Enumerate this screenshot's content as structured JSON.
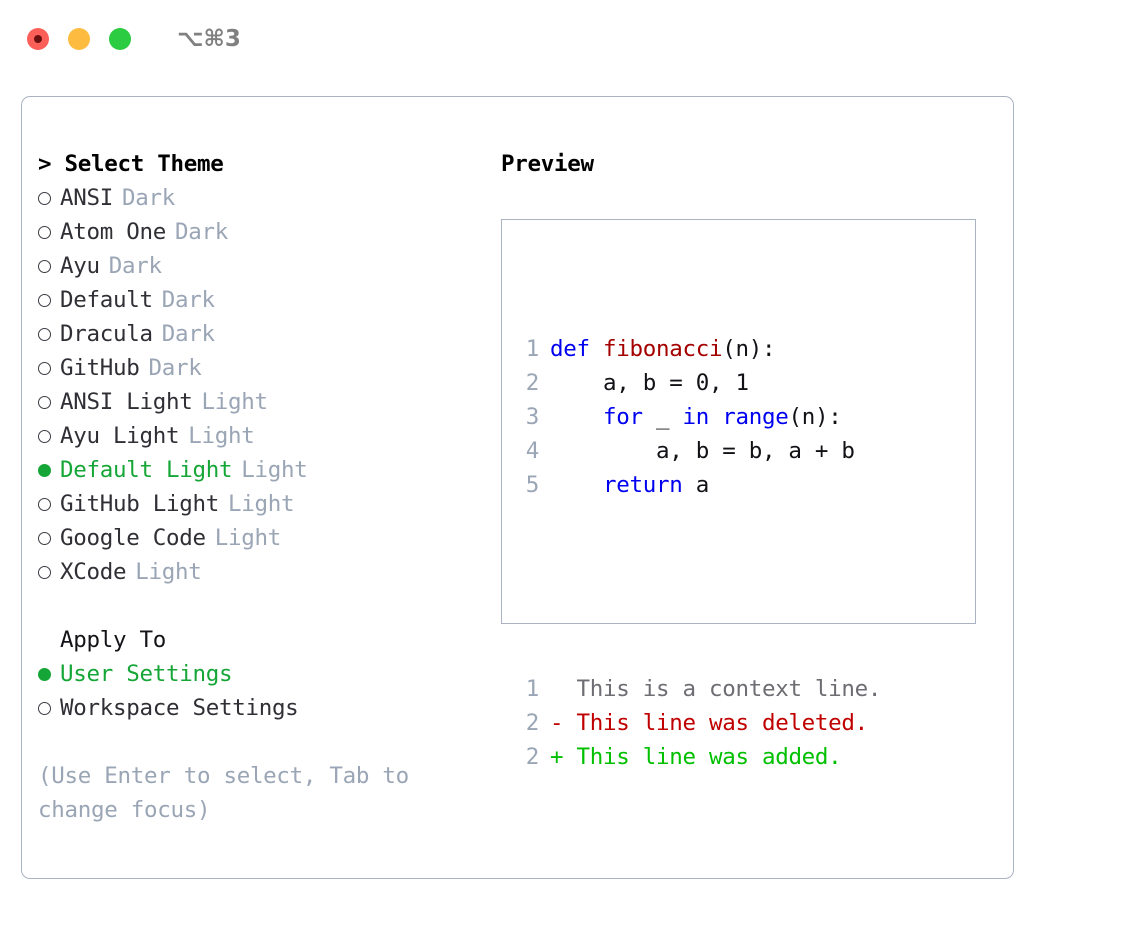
{
  "window": {
    "title": "⌥⌘3",
    "controls": [
      "close",
      "minimize",
      "zoom"
    ]
  },
  "colors": {
    "accent_green": "#16a637",
    "muted": "#9aa5b5",
    "border": "#aab3c2",
    "keyword_blue": "#0000f0",
    "function_red": "#a50000",
    "diff_added": "#00c000",
    "diff_removed": "#c00000",
    "text": "#2f2f35"
  },
  "left": {
    "heading": "> Select Theme",
    "themes": [
      {
        "label": "ANSI",
        "tag": "Dark",
        "selected": false
      },
      {
        "label": "Atom One",
        "tag": "Dark",
        "selected": false
      },
      {
        "label": "Ayu",
        "tag": "Dark",
        "selected": false
      },
      {
        "label": "Default",
        "tag": "Dark",
        "selected": false
      },
      {
        "label": "Dracula",
        "tag": "Dark",
        "selected": false
      },
      {
        "label": "GitHub",
        "tag": "Dark",
        "selected": false
      },
      {
        "label": "ANSI Light",
        "tag": "Light",
        "selected": false
      },
      {
        "label": "Ayu Light",
        "tag": "Light",
        "selected": false
      },
      {
        "label": "Default Light",
        "tag": "Light",
        "selected": true
      },
      {
        "label": "GitHub Light",
        "tag": "Light",
        "selected": false
      },
      {
        "label": "Google Code",
        "tag": "Light",
        "selected": false
      },
      {
        "label": "XCode",
        "tag": "Light",
        "selected": false
      }
    ],
    "apply_to": {
      "heading": "Apply To",
      "options": [
        {
          "label": "User Settings",
          "selected": true
        },
        {
          "label": "Workspace Settings",
          "selected": false
        }
      ]
    },
    "hint": "(Use Enter to select, Tab to change focus)"
  },
  "right": {
    "heading": "Preview",
    "code_lines": [
      {
        "number": "1",
        "tokens": [
          {
            "text": "def ",
            "style": "kw"
          },
          {
            "text": "fibonacci",
            "style": "fn"
          },
          {
            "text": "(n):",
            "style": "plain"
          }
        ]
      },
      {
        "number": "2",
        "tokens": [
          {
            "text": "    a, b = 0, 1",
            "style": "plain"
          }
        ]
      },
      {
        "number": "3",
        "tokens": [
          {
            "text": "    ",
            "style": "plain"
          },
          {
            "text": "for",
            "style": "kw"
          },
          {
            "text": " _ ",
            "style": "plain"
          },
          {
            "text": "in",
            "style": "kw"
          },
          {
            "text": " ",
            "style": "plain"
          },
          {
            "text": "range",
            "style": "kw"
          },
          {
            "text": "(n):",
            "style": "plain"
          }
        ]
      },
      {
        "number": "4",
        "tokens": [
          {
            "text": "        a, b = b, a + b",
            "style": "plain"
          }
        ]
      },
      {
        "number": "5",
        "tokens": [
          {
            "text": "    ",
            "style": "plain"
          },
          {
            "text": "return",
            "style": "kw"
          },
          {
            "text": " a",
            "style": "plain"
          }
        ]
      }
    ],
    "diff_lines": [
      {
        "number": "1",
        "marker": "  ",
        "text": "This is a context line.",
        "style": "ctx"
      },
      {
        "number": "2",
        "marker": "- ",
        "text": "This line was deleted.",
        "style": "del"
      },
      {
        "number": "2",
        "marker": "+ ",
        "text": "This line was added.",
        "style": "add"
      }
    ]
  }
}
